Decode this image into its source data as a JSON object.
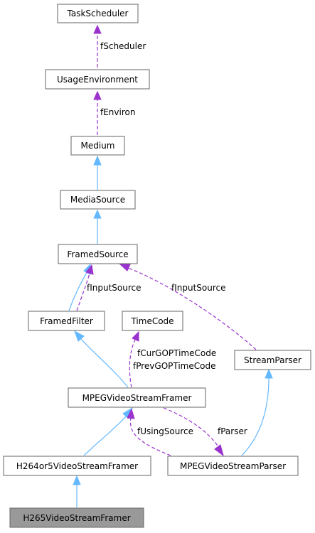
{
  "nodes": {
    "task_scheduler": "TaskScheduler",
    "usage_environment": "UsageEnvironment",
    "medium": "Medium",
    "media_source": "MediaSource",
    "framed_source": "FramedSource",
    "framed_filter": "FramedFilter",
    "time_code": "TimeCode",
    "stream_parser": "StreamParser",
    "mpeg_video_stream_framer": "MPEGVideoStreamFramer",
    "h264or5_video_stream_framer": "H264or5VideoStreamFramer",
    "mpeg_video_stream_parser": "MPEGVideoStreamParser",
    "h265_video_stream_framer": "H265VideoStreamFramer"
  },
  "edge_labels": {
    "f_scheduler": "fScheduler",
    "f_environ": "fEnviron",
    "f_input_source_filter": "fInputSource",
    "f_input_source_parser": "fInputSource",
    "f_cur_gop_time_code": "fCurGOPTimeCode",
    "f_prev_gop_time_code": "fPrevGOPTimeCode",
    "f_using_source": "fUsingSource",
    "f_parser": "fParser"
  },
  "colors": {
    "inheritance_edge": "#63b8ff",
    "usage_edge": "#9a32cd",
    "highlighted_node": "#999999",
    "node_border": "#666666"
  }
}
